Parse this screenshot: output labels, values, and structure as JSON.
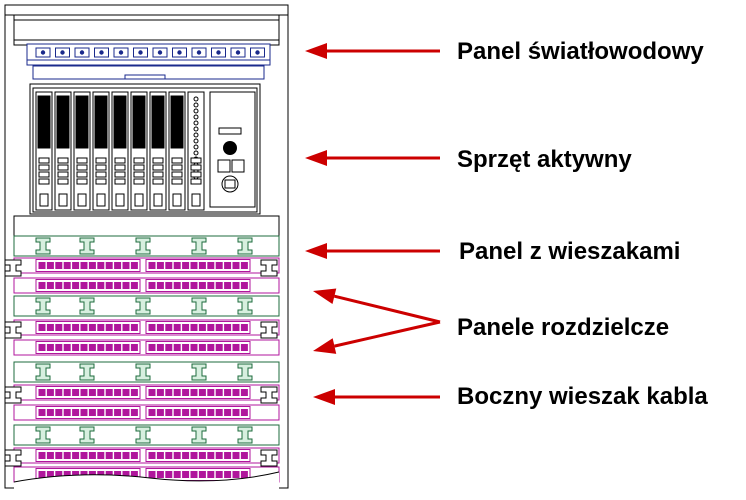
{
  "labels": {
    "fiber_panel": "Panel światłowodowy",
    "active_equipment": "Sprzęt aktywny",
    "hanger_panel": "Panel z wieszakami",
    "patch_panels": "Panele rozdzielcze",
    "side_cable_hanger": "Boczny wieszak kabla"
  },
  "colors": {
    "fiber_panel": "#1a2a8c",
    "patch_panel": "#b0169c",
    "hanger": "#1d6b3c",
    "arrow": "#cc0000",
    "outline": "#000000"
  },
  "icons": {
    "arrow": "arrow-left-icon",
    "hanger": "cable-hanger-icon"
  }
}
